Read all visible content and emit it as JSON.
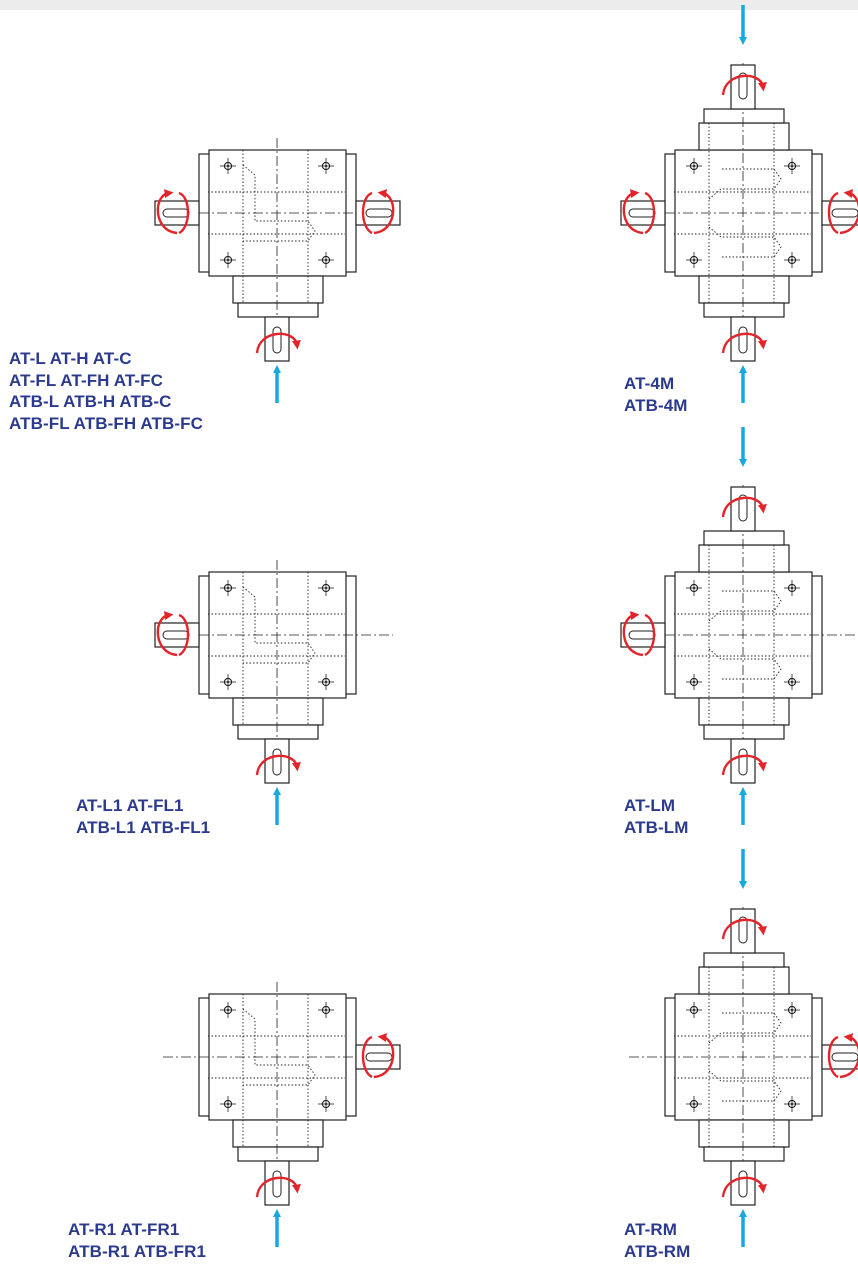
{
  "colors": {
    "label": "#2b3a8c",
    "rotation_arrow": "#e3242b",
    "input_arrow": "#17a8e3",
    "line": "#222222"
  },
  "diagrams": [
    {
      "lines": [
        "AT-L  AT-H  AT-C",
        "AT-FL  AT-FH  AT-FC",
        "ATB-L  ATB-H  ATB-C",
        "ATB-FL  ATB-FH  ATB-FC"
      ]
    },
    {
      "lines": [
        "AT-4M",
        "ATB-4M"
      ]
    },
    {
      "lines": [
        "AT-L1  AT-FL1",
        "ATB-L1  ATB-FL1"
      ]
    },
    {
      "lines": [
        "AT-LM",
        "ATB-LM"
      ]
    },
    {
      "lines": [
        "AT-R1  AT-FR1",
        "ATB-R1  ATB-FR1"
      ]
    },
    {
      "lines": [
        "AT-RM",
        "ATB-RM"
      ]
    }
  ]
}
